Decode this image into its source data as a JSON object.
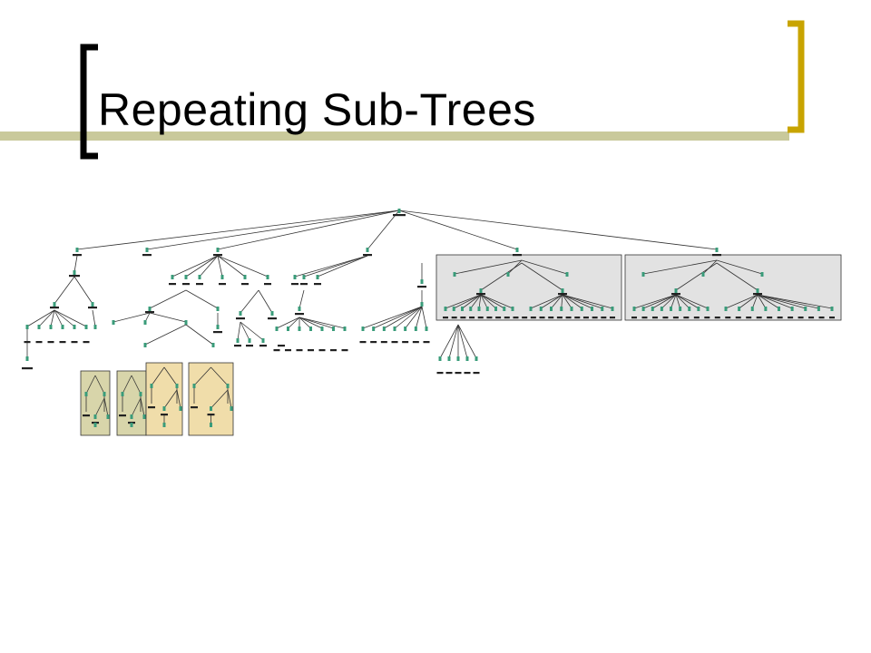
{
  "slide": {
    "title": "Repeating Sub-Trees"
  },
  "colors": {
    "left_bracket": "#000000",
    "right_bracket": "#C8A400",
    "underline_bar": "#C9C99B",
    "tree_lines": "#333333",
    "node_fill": "#3A9C7A",
    "node_label": "#222222",
    "highlight_gray": "#E2E2E2",
    "highlight_olive": "#D8D5AA",
    "highlight_tan": "#F0DDAA"
  },
  "diagram": {
    "description_nodes": "parse tree with highlighted repeating sub-trees",
    "highlight_groups": [
      "repeat-gray-1",
      "repeat-gray-2",
      "repeat-olive-1",
      "repeat-olive-2",
      "repeat-tan-1",
      "repeat-tan-2"
    ]
  }
}
